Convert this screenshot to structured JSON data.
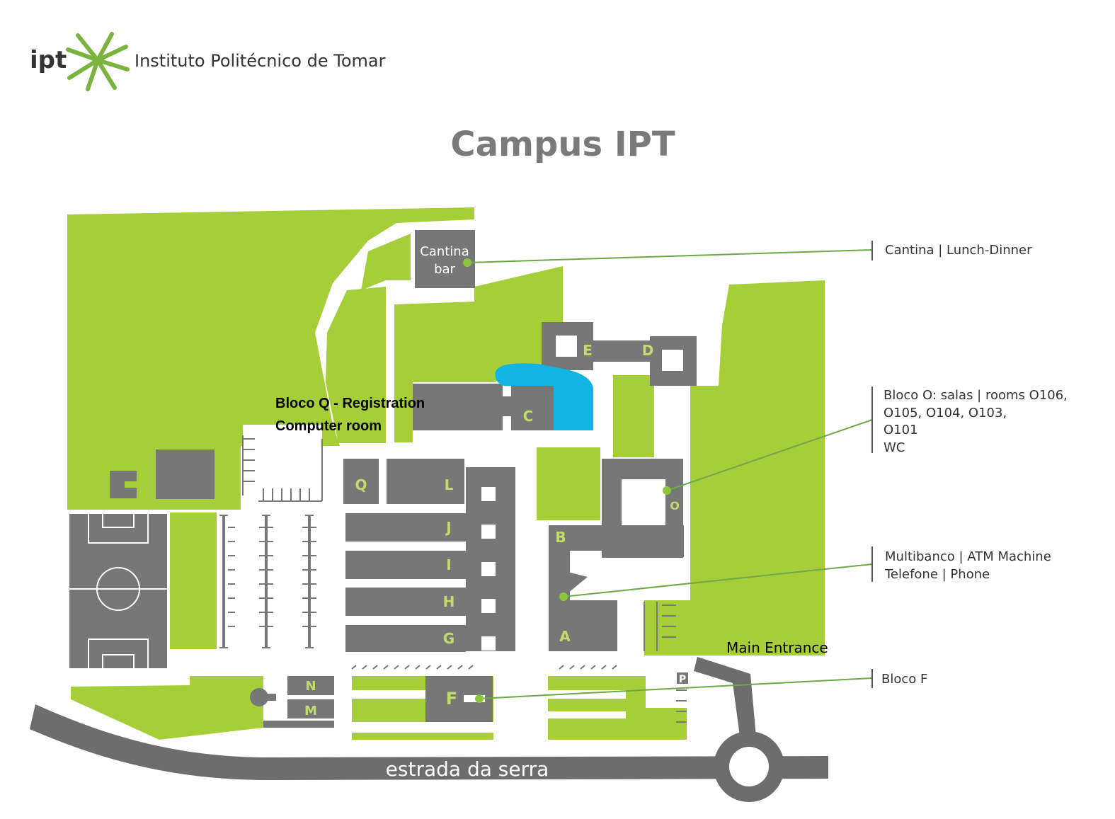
{
  "header": {
    "logo_text": "ipt",
    "institution": "Instituto Politécnico de Tomar",
    "title": "Campus IPT"
  },
  "colors": {
    "green": "#a6ce39",
    "gray": "#777777",
    "road": "#6d6d6d",
    "blue": "#12b5e2",
    "block_letter": "#c2dc6a",
    "callout_line": "#6fa84a",
    "text": "#333333"
  },
  "buildings": {
    "cantina": [
      "Cantina",
      "bar"
    ],
    "q": "Q",
    "l": "L",
    "j": "J",
    "i": "I",
    "h": "H",
    "g": "G",
    "c": "C",
    "e": "E",
    "d": "D",
    "o": "O",
    "b": "B",
    "a": "A",
    "n": "N",
    "m": "M",
    "f": "F",
    "parking": "P"
  },
  "annotations": {
    "bloco_q": "Bloco Q - Registration",
    "computer_room": "Computer room",
    "main_entrance": "Main Entrance",
    "road": "estrada da serra"
  },
  "legend": {
    "cantina": "Cantina | Lunch-Dinner",
    "bloco_o": [
      "Bloco O: salas | rooms O106,",
      "O105, O104, O103,",
      "O101",
      "WC"
    ],
    "multibanco": [
      "Multibanco | ATM Machine",
      "Telefone | Phone"
    ],
    "bloco_f": "Bloco F"
  },
  "icons": [
    "ipt-logo-icon",
    "location-dot-icon"
  ]
}
